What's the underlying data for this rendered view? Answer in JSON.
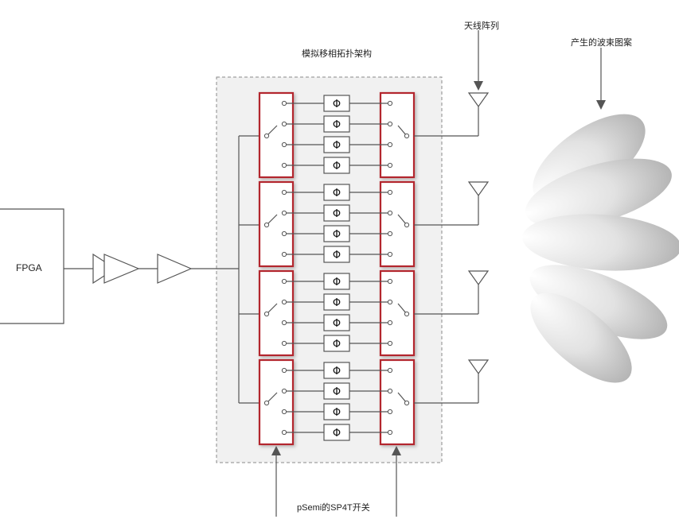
{
  "labels": {
    "antenna_array": "天线阵列",
    "beam_pattern": "产生的波束图案",
    "phase_shifter_topology": "模拟移相拓扑架构",
    "fpga": "FPGA",
    "switch_label": "pSemi的SP4T开关",
    "phase_symbol": "Φ"
  },
  "colors": {
    "switch_border": "#b3262e",
    "line": "#555555",
    "dashed_box": "#888888",
    "lobe_light": "#ffffff",
    "lobe_dark": "#b8b8b8"
  }
}
